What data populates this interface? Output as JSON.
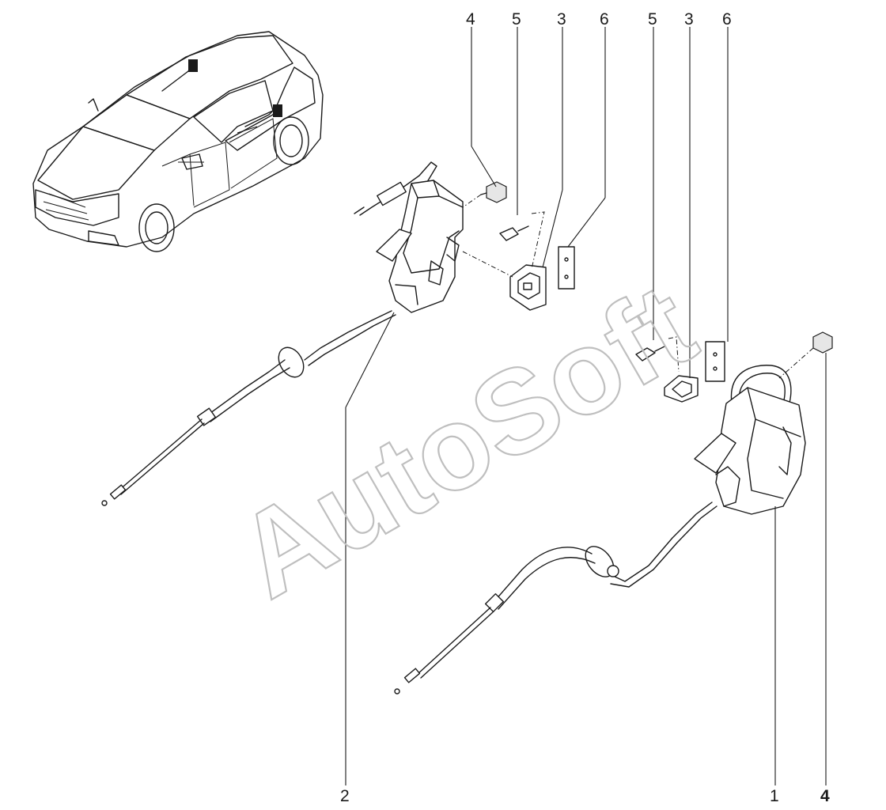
{
  "diagram": {
    "watermark": "AutoSoft",
    "callouts": {
      "top_4": "4",
      "top_5a": "5",
      "top_3a": "3",
      "top_6a": "6",
      "top_5b": "5",
      "top_3b": "3",
      "top_6b": "6",
      "bottom_2": "2",
      "bottom_1": "1",
      "bottom_4": "4"
    }
  }
}
